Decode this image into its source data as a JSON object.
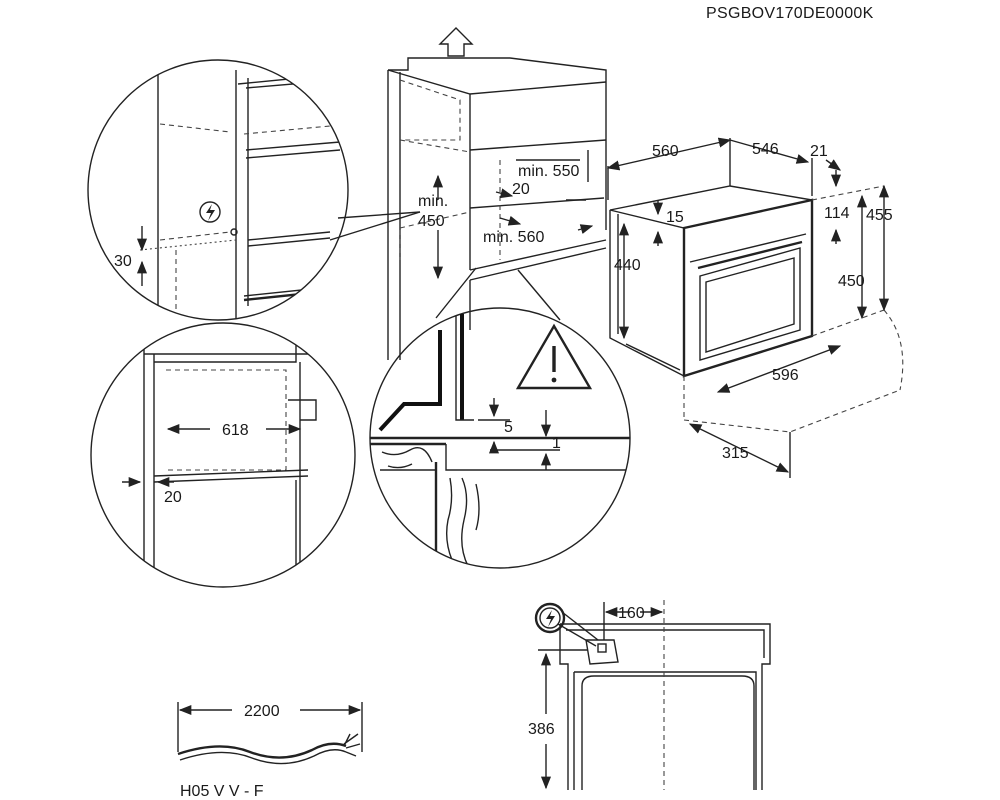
{
  "reference_code": "PSGBOV170DE0000K",
  "cabinet": {
    "min_height_label": "min.",
    "min_height_value": "450",
    "min_depth": "min. 550",
    "gap": "20",
    "min_width": "min. 560"
  },
  "oven": {
    "width": "560",
    "depth": "546",
    "front_thickness": "21",
    "top_offset": "15",
    "body_height": "440",
    "upper_height": "114",
    "total_height": "455",
    "front_height": "450",
    "front_width": "596",
    "door_open_depth": "315"
  },
  "detail_socket": {
    "height_offset": "30"
  },
  "detail_side": {
    "inner_width": "618",
    "side_gap": "20"
  },
  "detail_shelf": {
    "clearance": "5",
    "step": "1"
  },
  "cable": {
    "length": "2200",
    "type_label": "H05 V V - F"
  },
  "rear_view": {
    "socket_offset": "160",
    "socket_height": "386"
  }
}
